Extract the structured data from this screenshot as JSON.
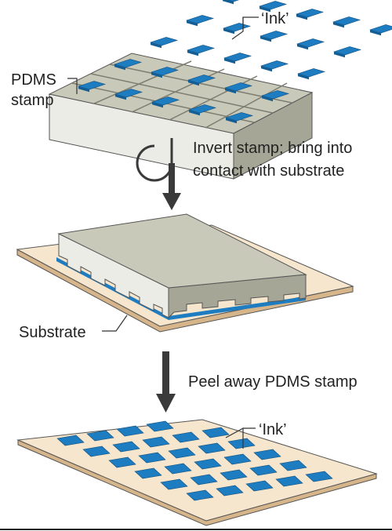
{
  "labels": {
    "ink_top": "‘Ink’",
    "pdms_line1": "PDMS",
    "pdms_line2": "stamp",
    "step1_line1": "Invert stamp; bring into",
    "step1_line2": "contact with substrate",
    "substrate": "Substrate",
    "step2": "Peel away PDMS stamp",
    "ink_bottom": "‘Ink’"
  },
  "colors": {
    "ink": "#1E7CC0",
    "ink_light": "#5FB0E8",
    "pdms_top": "#C9C9BA",
    "pdms_front": "#ECECE6",
    "pdms_side": "#A6A697",
    "substrate_top": "#F5E6CD",
    "substrate_edge": "#D6B58A",
    "arrow": "#3A3A3A"
  },
  "icons": {
    "invert": "invert-rotation-icon",
    "arrow": "down-arrow-icon"
  }
}
